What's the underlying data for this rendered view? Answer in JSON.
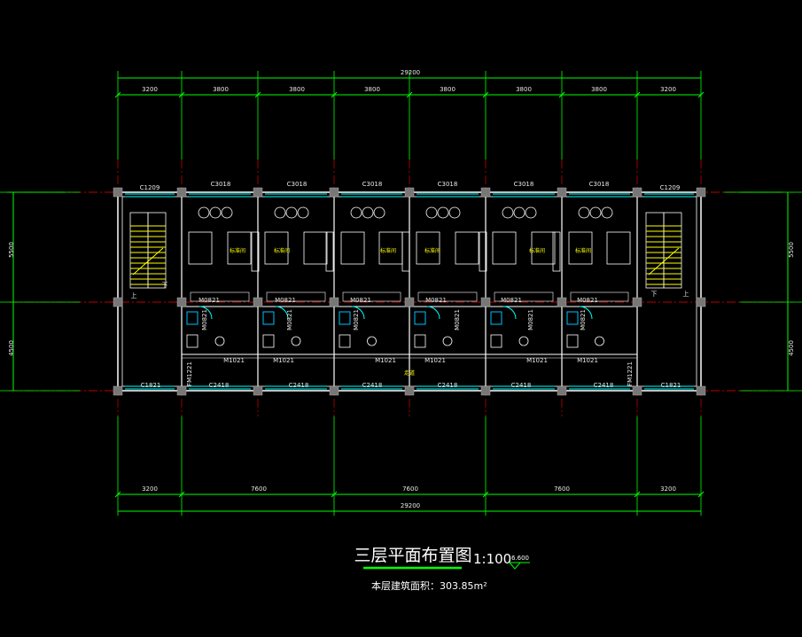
{
  "dimensions": {
    "top_total": "29200",
    "top_segments": [
      "3200",
      "3800",
      "3800",
      "3800",
      "3800",
      "3800",
      "3800",
      "3200"
    ],
    "bottom_segments": [
      "3200",
      "7600",
      "7600",
      "7600",
      "3200"
    ],
    "bottom_total": "29200",
    "left_upper": "5500",
    "left_lower": "4500",
    "right_upper": "5500",
    "right_lower": "4500"
  },
  "windows_top": [
    "C1209",
    "C3018",
    "C3018",
    "C3018",
    "C3018",
    "C3018",
    "C3018",
    "C1209"
  ],
  "windows_bottom": [
    "C1821",
    "C2418",
    "C2418",
    "C2418",
    "C2418",
    "C2418",
    "C2418",
    "C1821"
  ],
  "doors_room": [
    "M0821",
    "M0821",
    "M0821",
    "M0821",
    "M0821",
    "M0821"
  ],
  "doors_bath": [
    "M0821",
    "M0821",
    "M0821",
    "M0821",
    "M0821",
    "M0821"
  ],
  "doors_corridor": [
    "M1021",
    "M1021",
    "M1021",
    "M1021",
    "M1021",
    "M1021"
  ],
  "side_doors": [
    "FM1221",
    "FM1221"
  ],
  "room_labels": [
    "标准间",
    "标准间",
    "标准间",
    "标准间",
    "标准间",
    "标准间"
  ],
  "corridor_label": "走道",
  "stair_up": "上",
  "stair_down": "下",
  "title": "三层平面布置图",
  "scale": "1:100",
  "elevation": "6.600",
  "area_note": "本层建筑面积：303.85m²",
  "colors": {
    "wall": "#ffffff",
    "dimension": "#00ff00",
    "axis": "#ff0000",
    "window": "#00ffff",
    "room_text": "#ffff00",
    "furniture": "#ffffff",
    "bath_fixture": "#00bfff",
    "door_tag": "#ff00ff"
  }
}
